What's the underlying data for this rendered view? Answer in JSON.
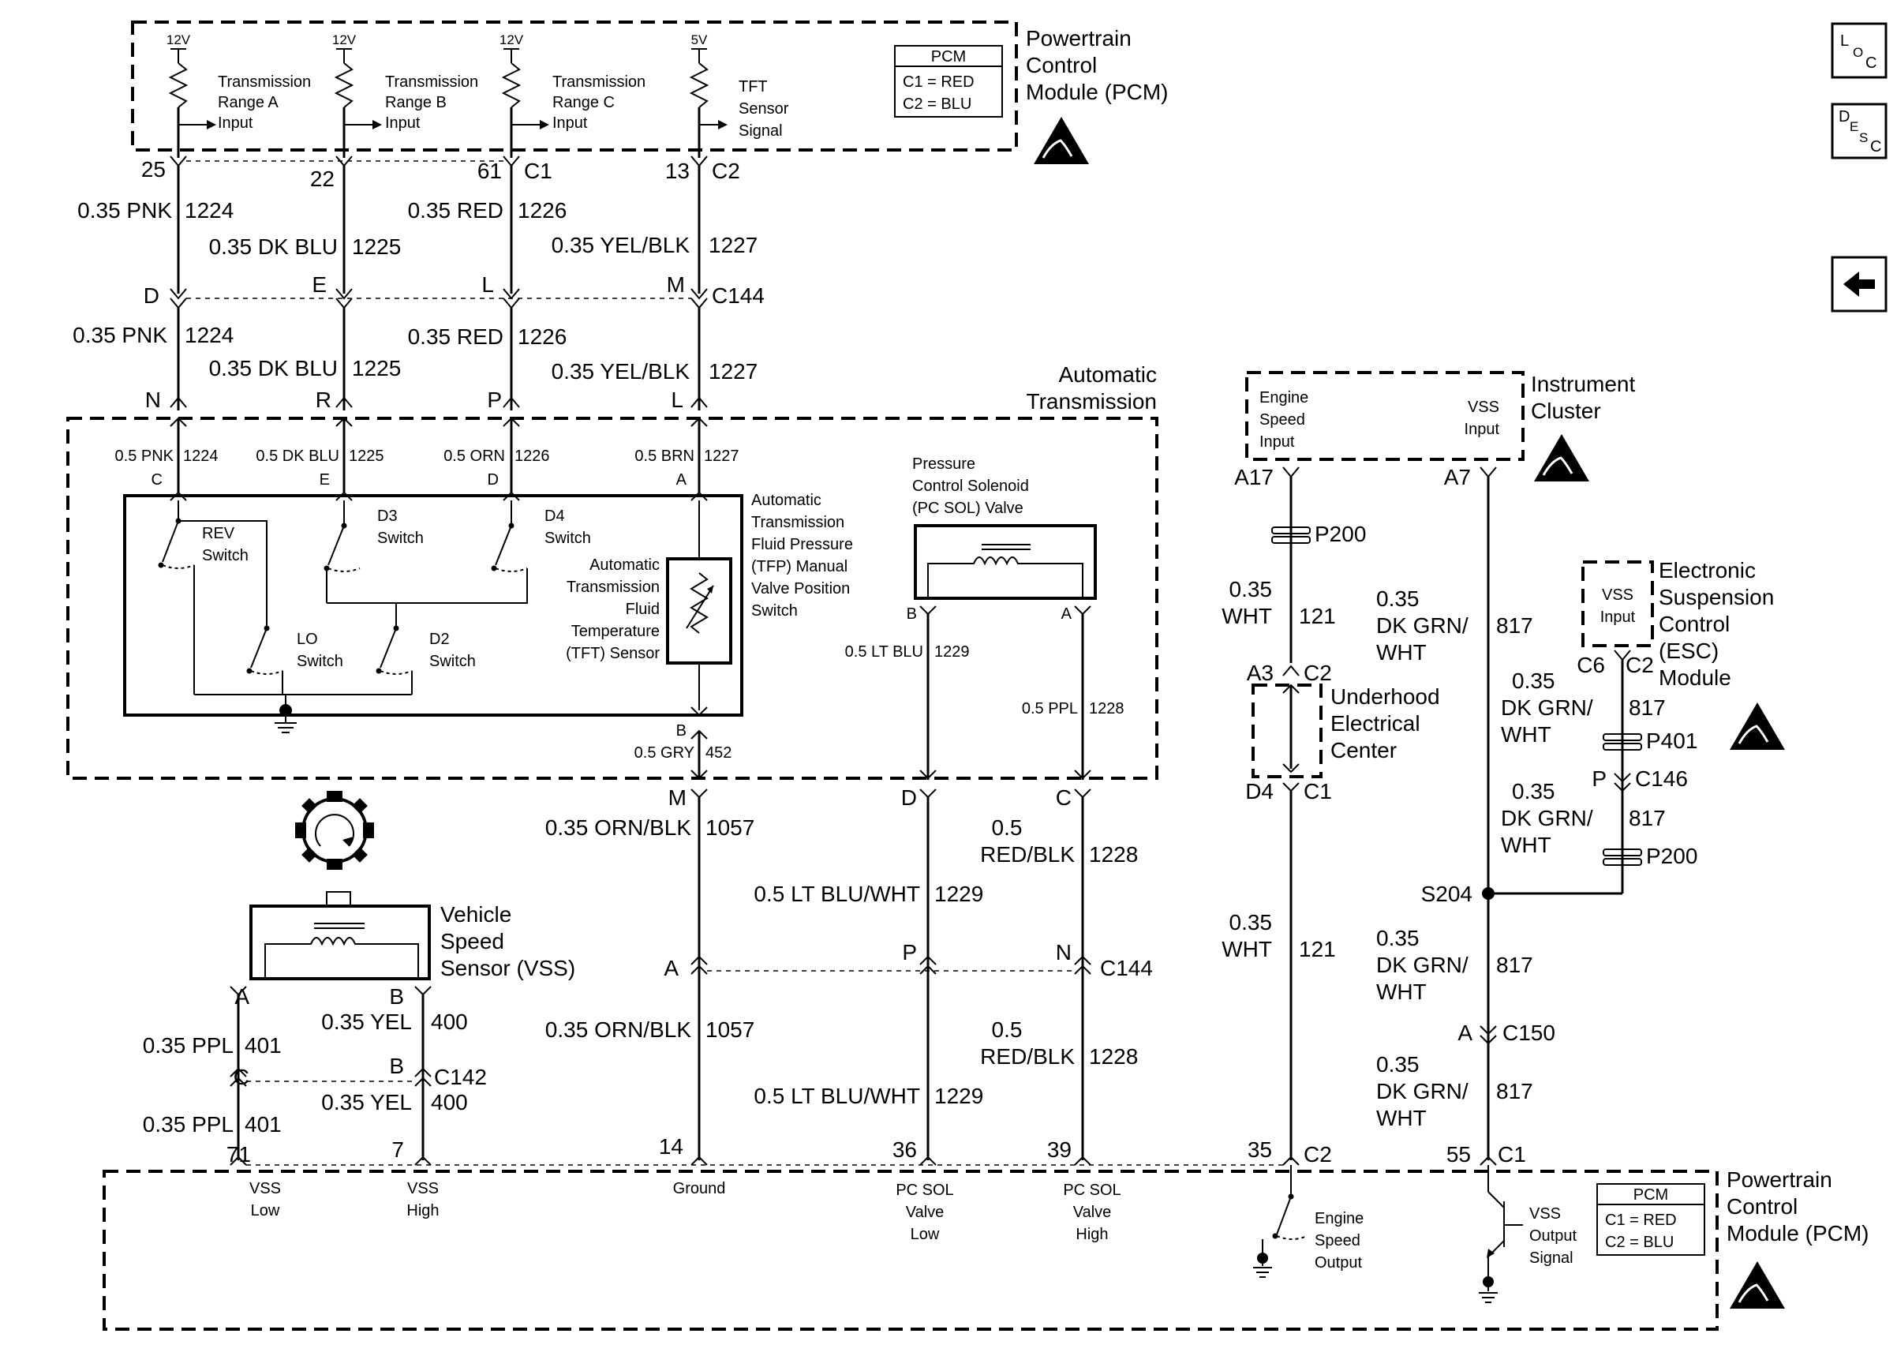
{
  "pcm_top": {
    "title_line1": "Powertrain",
    "title_line2": "Control",
    "title_line3": "Module (PCM)",
    "legend_title": "PCM",
    "legend_c1": "C1 = RED",
    "legend_c2": "C2 = BLU",
    "inputs": [
      {
        "voltage": "12V",
        "line1": "Transmission",
        "line2": "Range A",
        "line3": "Input",
        "pin": "25"
      },
      {
        "voltage": "12V",
        "line1": "Transmission",
        "line2": "Range B",
        "line3": "Input",
        "pin": "22"
      },
      {
        "voltage": "12V",
        "line1": "Transmission",
        "line2": "Range C",
        "line3": "Input",
        "pin": "61",
        "connector": "C1"
      },
      {
        "voltage": "5V",
        "line1": "TFT",
        "line2": "Sensor",
        "line3": "Signal",
        "pin": "13",
        "connector": "C2"
      }
    ]
  },
  "wires_upper": [
    {
      "label": "0.35 PNK",
      "circuit": "1224"
    },
    {
      "label": "0.35 DK BLU",
      "circuit": "1225"
    },
    {
      "label": "0.35 RED",
      "circuit": "1226"
    },
    {
      "label": "0.35 YEL/BLK",
      "circuit": "1227"
    }
  ],
  "c144_top": {
    "pins": [
      "D",
      "E",
      "L",
      "M"
    ],
    "name": "C144"
  },
  "wires_mid": [
    {
      "label": "0.35 PNK",
      "circuit": "1224"
    },
    {
      "label": "0.35 DK BLU",
      "circuit": "1225"
    },
    {
      "label": "0.35 RED",
      "circuit": "1226"
    },
    {
      "label": "0.35 YEL/BLK",
      "circuit": "1227"
    }
  ],
  "trans_pins_top": [
    "N",
    "R",
    "P",
    "L"
  ],
  "auto_trans": {
    "title_line1": "Automatic",
    "title_line2": "Transmission",
    "inner_wires": [
      {
        "label": "0.5 PNK",
        "circuit": "1224",
        "pin": "C"
      },
      {
        "label": "0.5 DK BLU",
        "circuit": "1225",
        "pin": "E"
      },
      {
        "label": "0.5 ORN",
        "circuit": "1226",
        "pin": "D"
      },
      {
        "label": "0.5 BRN",
        "circuit": "1227",
        "pin": "A"
      }
    ],
    "rev_switch": [
      "REV",
      "Switch"
    ],
    "d3_switch": [
      "D3",
      "Switch"
    ],
    "d4_switch": [
      "D4",
      "Switch"
    ],
    "lo_switch": [
      "LO",
      "Switch"
    ],
    "d2_switch": [
      "D2",
      "Switch"
    ],
    "tfp_label": [
      "Automatic",
      "Transmission",
      "Fluid Pressure",
      "(TFP) Manual",
      "Valve Position",
      "Switch"
    ],
    "tft_label": [
      "Automatic",
      "Transmission",
      "Fluid",
      "Temperature",
      "(TFT) Sensor"
    ],
    "tft_bottom_pin": "B",
    "ground_wire": {
      "label": "0.5 GRY",
      "circuit": "452"
    },
    "pc_sol_label": [
      "Pressure",
      "Control Solenoid",
      "(PC SOL) Valve"
    ],
    "pc_sol_pin_b": "B",
    "pc_sol_pin_a": "A",
    "pc_wire_1": {
      "label": "0.5 LT BLU",
      "circuit": "1229"
    },
    "pc_wire_2": {
      "label": "0.5 PPL",
      "circuit": "1228"
    }
  },
  "trans_pins_bottom": [
    "M",
    "D",
    "C"
  ],
  "lower_wires_1": [
    {
      "label": "0.35 ORN/BLK",
      "circuit": "1057"
    },
    {
      "label": "0.5 LT BLU/WHT",
      "circuit": "1229"
    },
    {
      "label_line1": "0.5",
      "label_line2": "RED/BLK",
      "circuit": "1228"
    }
  ],
  "c144_bottom": {
    "pins": [
      "A",
      "P",
      "N"
    ],
    "name": "C144"
  },
  "lower_wires_2": [
    {
      "label": "0.35 ORN/BLK",
      "circuit": "1057"
    },
    {
      "label": "0.5 LT BLU/WHT",
      "circuit": "1229"
    },
    {
      "label_line1": "0.5",
      "label_line2": "RED/BLK",
      "circuit": "1228"
    }
  ],
  "vss": {
    "title_line1": "Vehicle",
    "title_line2": "Speed",
    "title_line3": "Sensor (VSS)",
    "pin_a": "A",
    "pin_b": "B",
    "wire_ppl": {
      "label": "0.35 PPL",
      "circuit": "401"
    },
    "wire_yel": {
      "label": "0.35 YEL",
      "circuit": "400"
    },
    "c142": {
      "pin_c": "C",
      "pin_b": "B",
      "name": "C142"
    }
  },
  "pcm_bottom": {
    "title_line1": "Powertrain",
    "title_line2": "Control",
    "title_line3": "Module (PCM)",
    "legend_title": "PCM",
    "legend_c1": "C1 = RED",
    "legend_c2": "C2 = BLU",
    "pins": [
      {
        "pin": "71",
        "line1": "VSS",
        "line2": "Low"
      },
      {
        "pin": "7",
        "line1": "VSS",
        "line2": "High"
      },
      {
        "pin": "14",
        "line1": "Ground"
      },
      {
        "pin": "36",
        "line1": "PC SOL",
        "line2": "Valve",
        "line3": "Low"
      },
      {
        "pin": "39",
        "line1": "PC SOL",
        "line2": "Valve",
        "line3": "High"
      },
      {
        "pin": "35",
        "connector": "C2"
      },
      {
        "pin": "55",
        "connector": "C1"
      }
    ],
    "engine_speed_output": [
      "Engine",
      "Speed",
      "Output"
    ],
    "vss_output_signal": [
      "VSS",
      "Output",
      "Signal"
    ]
  },
  "instrument_cluster": {
    "title_line1": "Instrument",
    "title_line2": "Cluster",
    "engine_input": [
      "Engine",
      "Speed",
      "Input"
    ],
    "vss_input": [
      "VSS",
      "Input"
    ],
    "pin_a17": "A17",
    "pin_a7": "A7"
  },
  "engine_speed_wire": {
    "splice_p200": "P200",
    "wire1_line1": "0.35",
    "wire1_line2": "WHT",
    "circuit": "121",
    "pin_a3": "A3",
    "conn_c2": "C2",
    "pin_d4": "D4",
    "conn_c1": "C1",
    "wire2_line1": "0.35",
    "wire2_line2": "WHT"
  },
  "underhood": {
    "line1": "Underhood",
    "line2": "Electrical",
    "line3": "Center"
  },
  "vss_output_wire": {
    "w1": [
      "0.35",
      "DK GRN/",
      "WHT"
    ],
    "circuit": "817",
    "esc_w1": [
      "0.35",
      "DK GRN/",
      "WHT"
    ],
    "p401": "P401",
    "c146_pin": "P",
    "c146": "C146",
    "esc_w2": [
      "0.35",
      "DK GRN/",
      "WHT"
    ],
    "p200": "P200",
    "s204": "S204",
    "w2": [
      "0.35",
      "DK GRN/",
      "WHT"
    ],
    "c150_pin": "A",
    "c150": "C150",
    "w3": [
      "0.35",
      "DK GRN/",
      "WHT"
    ]
  },
  "esc": {
    "title": [
      "Electronic",
      "Suspension",
      "Control",
      "(ESC)",
      "Module"
    ],
    "vss_input": [
      "VSS",
      "Input"
    ],
    "pin_c6": "C6",
    "pin_c2": "C2"
  },
  "nav": {
    "loc_letters": [
      "L",
      "O",
      "C"
    ],
    "desc_letters": [
      "D",
      "E",
      "S",
      "C"
    ],
    "back_arrow": "◀"
  }
}
